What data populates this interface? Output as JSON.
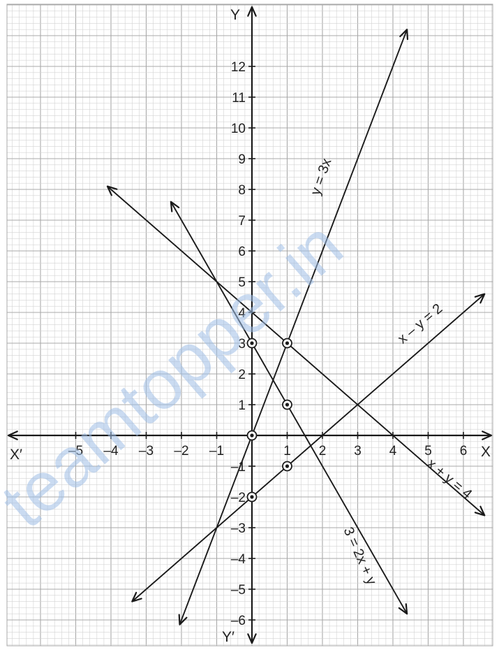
{
  "chart_data": {
    "type": "line",
    "title": "",
    "axes": {
      "x_positive_label": "X",
      "x_negative_label": "X′",
      "y_positive_label": "Y",
      "y_negative_label": "Y′",
      "xlim": [
        -7,
        7
      ],
      "ylim": [
        -6.5,
        13.5
      ],
      "x_ticks": [
        {
          "value": -5,
          "label": "–5"
        },
        {
          "value": -4,
          "label": "–4"
        },
        {
          "value": -3,
          "label": "–3"
        },
        {
          "value": -2,
          "label": "–2"
        },
        {
          "value": -1,
          "label": "–1"
        },
        {
          "value": 1,
          "label": "1"
        },
        {
          "value": 2,
          "label": "2"
        },
        {
          "value": 3,
          "label": "3"
        },
        {
          "value": 4,
          "label": "4"
        },
        {
          "value": 5,
          "label": "5"
        },
        {
          "value": 6,
          "label": "6"
        }
      ],
      "y_ticks": [
        {
          "value": 12,
          "label": "12"
        },
        {
          "value": 11,
          "label": "11"
        },
        {
          "value": 10,
          "label": "10"
        },
        {
          "value": 9,
          "label": "9"
        },
        {
          "value": 8,
          "label": "8"
        },
        {
          "value": 7,
          "label": "7"
        },
        {
          "value": 6,
          "label": "6"
        },
        {
          "value": 5,
          "label": "5"
        },
        {
          "value": 4,
          "label": "4"
        },
        {
          "value": 3,
          "label": "3"
        },
        {
          "value": 2,
          "label": "2"
        },
        {
          "value": 1,
          "label": "1"
        },
        {
          "value": -1,
          "label": "–1"
        },
        {
          "value": -2,
          "label": "–2"
        },
        {
          "value": -3,
          "label": "–3"
        },
        {
          "value": -4,
          "label": "–4"
        },
        {
          "value": -5,
          "label": "–5"
        },
        {
          "value": -6,
          "label": "–6"
        }
      ],
      "origin_label": "",
      "grid": true,
      "minor_grid_per_unit": 5
    },
    "series": [
      {
        "name": "y = 3x",
        "start": [
          -2.05,
          -6.15
        ],
        "end": [
          4.4,
          13.2
        ]
      },
      {
        "name": "3 = 2x + y",
        "start": [
          -2.3,
          7.6
        ],
        "end": [
          4.4,
          -5.8
        ]
      },
      {
        "name": "x + y = 4",
        "start": [
          -4.1,
          8.1
        ],
        "end": [
          6.6,
          -2.6
        ]
      },
      {
        "name": "x – y = 2",
        "start": [
          -3.4,
          -5.4
        ],
        "end": [
          6.6,
          4.6
        ]
      }
    ],
    "marked_points": [
      {
        "x": 0,
        "y": 3
      },
      {
        "x": 1,
        "y": 3
      },
      {
        "x": 1,
        "y": 1
      },
      {
        "x": 0,
        "y": 0
      },
      {
        "x": 1,
        "y": -1
      },
      {
        "x": 0,
        "y": -2
      }
    ],
    "watermark": "teamtopper.in",
    "colors": {
      "grid_minor": "#d3d3d3",
      "grid_major": "#a9a9a9",
      "ink": "#1a1a1a",
      "watermark": "#9fbfe6"
    }
  }
}
